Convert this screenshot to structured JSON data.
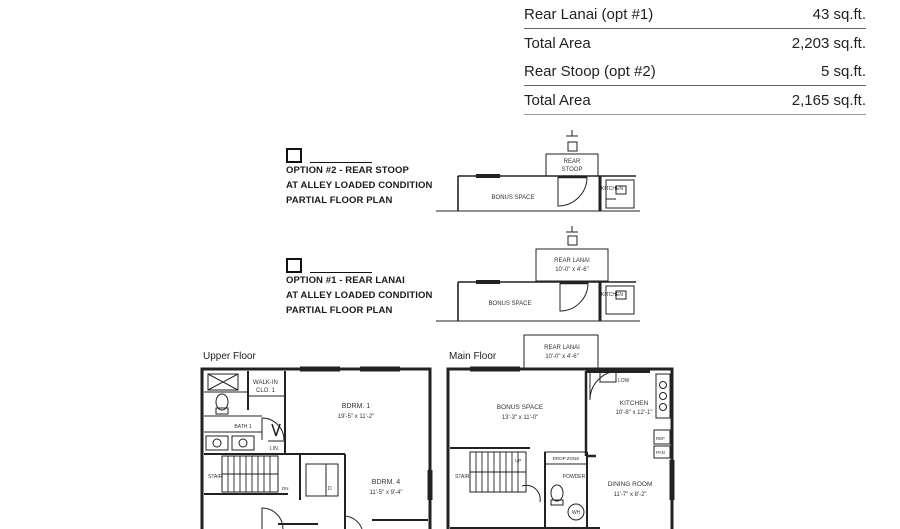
{
  "area_table": {
    "rows": [
      {
        "label": "Rear Lanai (opt #1)",
        "value": "43 sq.ft."
      },
      {
        "label": "Total Area",
        "value": "2,203 sq.ft."
      },
      {
        "label": "Rear Stoop (opt #2)",
        "value": "5 sq.ft."
      },
      {
        "label": "Total Area",
        "value": "2,165 sq.ft."
      }
    ]
  },
  "option2": {
    "lines": [
      "OPTION #2 - REAR STOOP",
      "AT ALLEY LOADED CONDITION",
      "PARTIAL FLOOR PLAN"
    ],
    "rooms": {
      "stoop_line1": "REAR",
      "stoop_line2": "STOOP",
      "bonus": "BONUS SPACE",
      "kitchen": "KITCHEN"
    }
  },
  "option1": {
    "lines": [
      "OPTION #1 - REAR LANAI",
      "AT ALLEY LOADED CONDITION",
      "PARTIAL FLOOR PLAN"
    ],
    "rooms": {
      "lanai": "REAR LANAI",
      "lanai_dim": "10'-0\" x 4'-6\"",
      "bonus": "BONUS SPACE",
      "kitchen": "KITCHEN"
    }
  },
  "upper_floor": {
    "label": "Upper Floor",
    "rooms": {
      "walkin1": "WALK-IN",
      "walkin2": "CLO. 1",
      "bdrm1": "BDRM. 1",
      "bdrm1_dim": "19'-5\" x 11'-2\"",
      "bath1": "BATH 1",
      "lin": "LIN.",
      "stair": "STAIR",
      "bdrm4": "BDRM. 4",
      "bdrm4_dim": "11'-5\" x 9'-4\"",
      "dn": "DN",
      "d": "D"
    }
  },
  "main_floor": {
    "label": "Main Floor",
    "rooms": {
      "lanai": "REAR LANAI",
      "lanai_dim": "10'-0\" x 4'-6\"",
      "bonus": "BONUS SPACE",
      "bonus_dim": "13'-3\" x 11'-0\"",
      "kitchen": "KITCHEN",
      "kitchen_dim": "10'-8\" x 12'-1\"",
      "low": "LOW",
      "ref": "REF",
      "pan": "PAN",
      "stair": "STAIR",
      "up": "UP",
      "drop": "DROP ZONE",
      "powder": "POWDER",
      "wh": "WH",
      "dining": "DINING ROOM",
      "dining_dim": "11'-7\" x 8'-2\""
    }
  }
}
